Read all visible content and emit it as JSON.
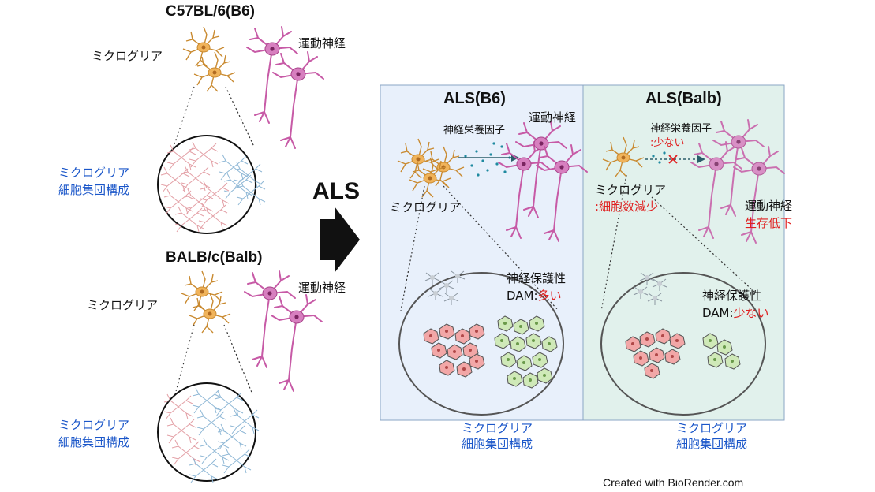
{
  "left": {
    "b6": {
      "strain": "C57BL/6(B6)",
      "microglia": "ミクログリア",
      "motor_neuron": "運動神経",
      "composition_line1": "ミクログリア",
      "composition_line2": "細胞集団構成"
    },
    "balb": {
      "strain": "BALB/c(Balb)",
      "microglia": "ミクログリア",
      "motor_neuron": "運動神経",
      "composition_line1": "ミクログリア",
      "composition_line2": "細胞集団構成"
    }
  },
  "arrow_label": "ALS",
  "panel_b6": {
    "title": "ALS(B6)",
    "trophic": "神経栄養因子",
    "motor_neuron": "運動神経",
    "microglia": "ミクログリア",
    "protective": "神経保護性",
    "dam_prefix": "DAM:",
    "dam_value": "多い",
    "composition_line1": "ミクログリア",
    "composition_line2": "細胞集団構成"
  },
  "panel_balb": {
    "title": "ALS(Balb)",
    "trophic": "神経栄養因子",
    "trophic_value": ":少ない",
    "microglia": "ミクログリア",
    "microglia_value": ":細胞数減少",
    "motor_neuron": "運動神経",
    "survival": "生存低下",
    "protective": "神経保護性",
    "dam_prefix": "DAM:",
    "dam_value": "少ない",
    "composition_line1": "ミクログリア",
    "composition_line2": "細胞集団構成"
  },
  "credit": "Created with BioRender.com",
  "colors": {
    "microglia": "#e6a84a",
    "neuron": "#c75aa6",
    "pink_cells": "#e89a9a",
    "blue_cells": "#7fb0d0",
    "green_cells": "#a8d58e",
    "grey_cells": "#9aa4ad",
    "panel_b6_bg": "#e8f0fb",
    "panel_balb_bg": "#e1f1ec",
    "label_blue": "#1a56c9",
    "label_red": "#e02020"
  }
}
